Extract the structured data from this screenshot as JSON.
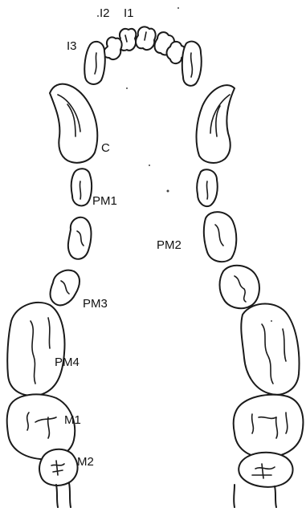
{
  "labels": {
    "i1": "I1",
    "i2": "I2",
    "i3": "I3",
    "c": "C",
    "pm1": "PM1",
    "pm2": "PM2",
    "pm3": "PM3",
    "pm4": "PM4",
    "m1": "M1",
    "m2": "M2"
  },
  "colors": {
    "ink": "#1a1a1a",
    "paper": "#ffffff"
  }
}
